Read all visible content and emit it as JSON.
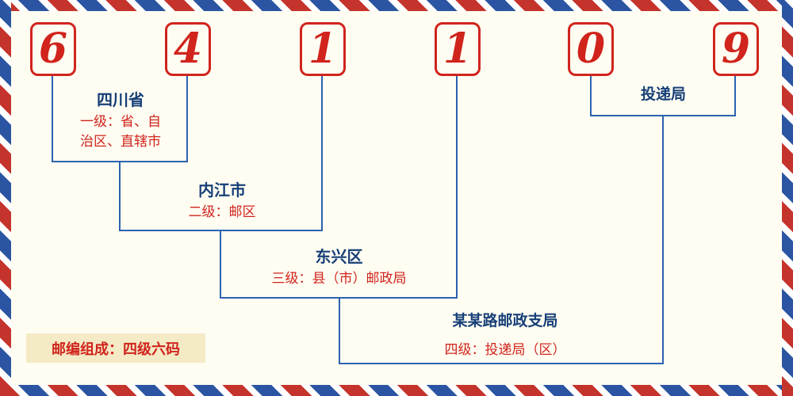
{
  "postal_code": {
    "digits": [
      "6",
      "4",
      "1",
      "1",
      "0",
      "9"
    ]
  },
  "levels": [
    {
      "name": "四川省",
      "desc_line1": "一级：省、自",
      "desc_line2": "治区、直辖市"
    },
    {
      "name": "内江市",
      "desc": "二级：邮区"
    },
    {
      "name": "东兴区",
      "desc": "三级：县（市）邮政局"
    },
    {
      "name": "某某路邮政支局",
      "desc": "四级：投递局（区）"
    }
  ],
  "delivery_label": "投递局",
  "footer_note": "邮编组成：四级六码",
  "colors": {
    "digit_red": "#d0241c",
    "line_blue": "#2b62b0",
    "name_navy": "#173f77",
    "stripe_red": "#c5342c",
    "stripe_blue": "#2b55a2",
    "badge_cream": "#f4eac6",
    "background": "#fffdf2"
  }
}
